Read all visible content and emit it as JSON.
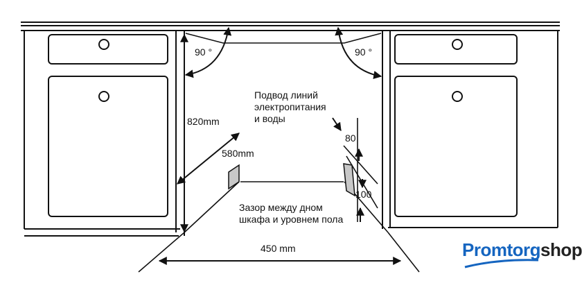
{
  "labels": {
    "angle_left": "90 °",
    "angle_right": "90 °",
    "height": "820mm",
    "depth": "580mm",
    "width": "450 mm",
    "supply_note": [
      "Подвод линий",
      "электропитания",
      "и воды"
    ],
    "dim_80": "80",
    "dim_100": "100",
    "gap_note": [
      "Зазор между дном",
      "шкафа и уровнем пола"
    ]
  },
  "logo": {
    "part1": "Promtorg",
    "part2": "shop"
  },
  "colors": {
    "line": "#111111",
    "plate": "#c8c8c8",
    "brand": "#1565c0"
  }
}
